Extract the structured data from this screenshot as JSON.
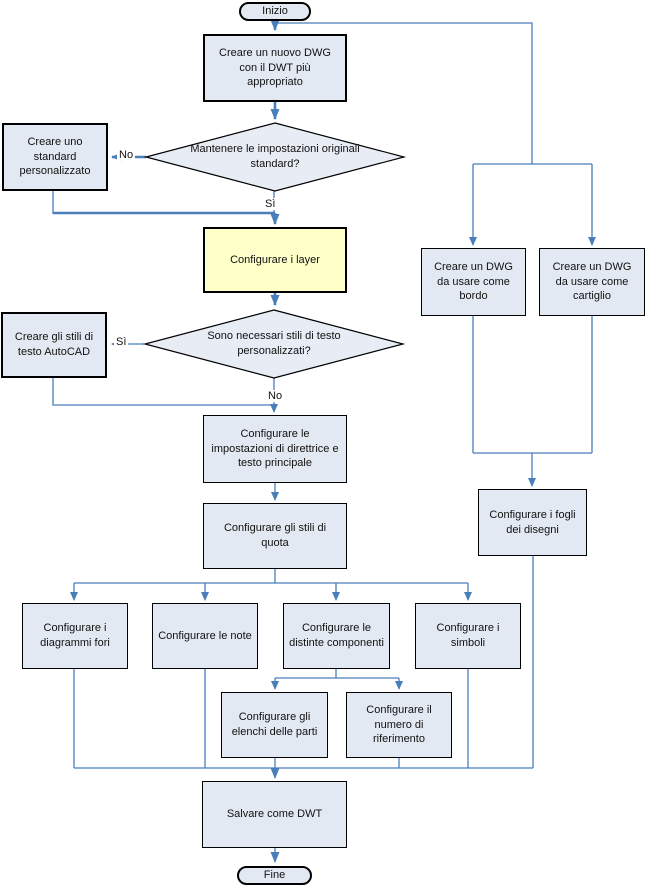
{
  "nodes": {
    "inizio": "Inizio",
    "nuovo_dwg": "Creare un nuovo DWG con il DWT più appropriato",
    "mantenere": "Mantenere le impostazioni originali standard?",
    "standard_pers": "Creare uno standard personalizzato",
    "layer": "Configurare i layer",
    "stili_testo_domanda": "Sono necessari stili di testo personalizzati?",
    "stili_autocad": "Creare gli stili di testo AutoCAD",
    "direttrice": "Configurare le impostazioni di direttrice e testo principale",
    "quota": "Configurare gli stili di quota",
    "fori": "Configurare i diagrammi fori",
    "note": "Configurare le note",
    "distinte": "Configurare le distinte componenti",
    "simboli": "Configurare i simboli",
    "elenchi": "Configurare gli elenchi delle parti",
    "numero": "Configurare il numero di riferimento",
    "bordo": "Creare un DWG da usare come bordo",
    "cartiglio": "Creare un DWG da usare come cartiglio",
    "fogli": "Configurare i fogli dei disegni",
    "salvare": "Salvare come DWT",
    "fine": "Fine"
  },
  "labels": {
    "no1": "No",
    "si1": "Sì",
    "si2": "Sì",
    "no2": "No"
  },
  "colors": {
    "line": "#4a7ebb",
    "node_fill": "#e3e9f2",
    "decision_fill": "#e7ecf5",
    "highlight_fill": "#ffffca",
    "border": "#000000"
  }
}
